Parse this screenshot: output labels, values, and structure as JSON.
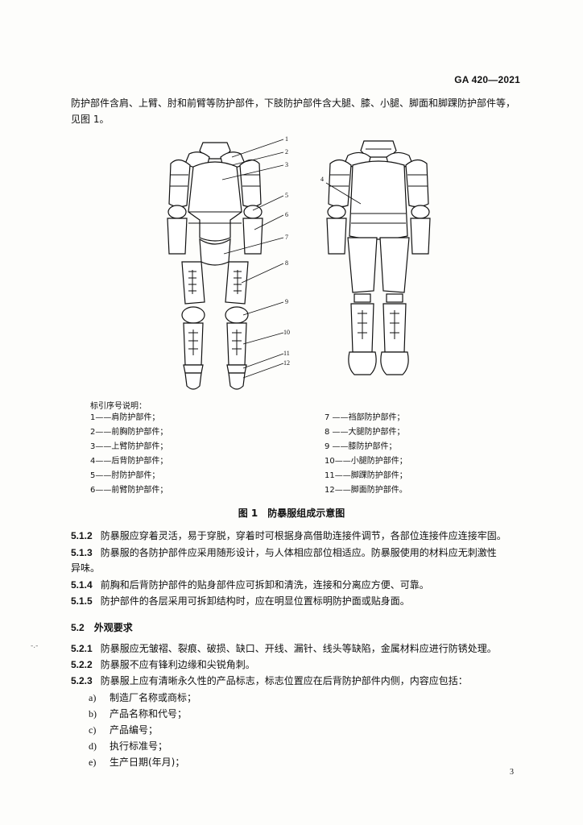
{
  "header": {
    "std_code": "GA 420—2021"
  },
  "intro_text": "防护部件含肩、上臂、肘和前臂等防护部件，下肢防护部件含大腿、膝、小腿、脚面和脚踝防护部件等，见图 1。",
  "figure": {
    "callouts_front": [
      "1",
      "2",
      "3",
      "5",
      "6",
      "7",
      "8",
      "9",
      "10",
      "11",
      "12"
    ],
    "callout_back": "4"
  },
  "legend": {
    "title": "标引序号说明：",
    "left": [
      "1——肩防护部件；",
      "2——前胸防护部件；",
      "3——上臂防护部件；",
      "4——后背防护部件；",
      "5——肘防护部件；",
      "6——前臂防护部件；"
    ],
    "right": [
      "7 ——裆部防护部件；",
      "8 ——大腿防护部件；",
      "9 ——膝防护部件；",
      "10——小腿防护部件；",
      "11——脚踝防护部件；",
      "12——脚面防护部件。"
    ]
  },
  "caption": "图 1　防暴服组成示意图",
  "clauses": [
    {
      "num": "5.1.2",
      "text": "防暴服应穿着灵活，易于穿脱，穿着时可根据身高借助连接件调节，各部位连接件应连接牢固。"
    },
    {
      "num": "5.1.3",
      "text": "防暴服的各防护部件应采用随形设计，与人体相应部位相适应。防暴服使用的材料应无刺激性",
      "cont": "异味。"
    },
    {
      "num": "5.1.4",
      "text": "前胸和后背防护部件的贴身部件应可拆卸和清洗，连接和分离应方便、可靠。"
    },
    {
      "num": "5.1.5",
      "text": "防护部件的各层采用可拆卸结构时，应在明显位置标明防护面或贴身面。"
    }
  ],
  "section": {
    "num": "5.2",
    "title": "外观要求"
  },
  "clauses2": [
    {
      "num": "5.2.1",
      "text": "防暴服应无皱褶、裂痕、破损、缺口、开线、漏针、线头等缺陷，金属材料应进行防锈处理。"
    },
    {
      "num": "5.2.2",
      "text": "防暴服不应有锋利边缘和尖锐角刺。"
    },
    {
      "num": "5.2.3",
      "text": "防暴服上应有清晰永久性的产品标志，标志位置应在后背防护部件内侧，内容应包括："
    }
  ],
  "list": [
    {
      "mk": "a)",
      "text": "制造厂名称或商标；"
    },
    {
      "mk": "b)",
      "text": "产品名称和代号；"
    },
    {
      "mk": "c)",
      "text": "产品编号；"
    },
    {
      "mk": "d)",
      "text": "执行标准号；"
    },
    {
      "mk": "e)",
      "text": "生产日期(年月)；"
    }
  ],
  "margin_mark": "-.-",
  "page_number": "3"
}
